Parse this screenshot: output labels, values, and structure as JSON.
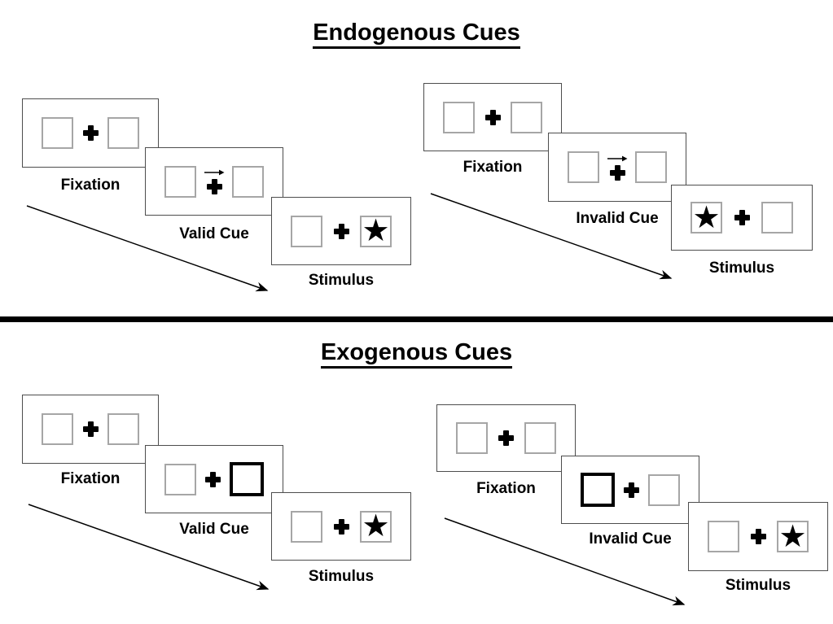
{
  "colors": {
    "ink": "#000000",
    "panel_border": "#4d4d4d",
    "box_border": "#a6a6a6",
    "background": "#ffffff"
  },
  "glyphs": {
    "star": "★"
  },
  "sections": [
    {
      "title": "Endogenous Cues",
      "cue_type": "central arrow",
      "sequences": [
        {
          "condition": "valid",
          "panels": [
            {
              "label": "Fixation",
              "type": "fixation"
            },
            {
              "label": "Valid Cue",
              "type": "arrow-cue",
              "arrow_direction": "right"
            },
            {
              "label": "Stimulus",
              "type": "stimulus",
              "star_side": "right"
            }
          ]
        },
        {
          "condition": "invalid",
          "panels": [
            {
              "label": "Fixation",
              "type": "fixation"
            },
            {
              "label": "Invalid Cue",
              "type": "arrow-cue",
              "arrow_direction": "right"
            },
            {
              "label": "Stimulus",
              "type": "stimulus",
              "star_side": "left"
            }
          ]
        }
      ]
    },
    {
      "title": "Exogenous Cues",
      "cue_type": "peripheral box highlight",
      "sequences": [
        {
          "condition": "valid",
          "panels": [
            {
              "label": "Fixation",
              "type": "fixation"
            },
            {
              "label": "Valid Cue",
              "type": "box-cue",
              "highlighted_box": "right"
            },
            {
              "label": "Stimulus",
              "type": "stimulus",
              "star_side": "right"
            }
          ]
        },
        {
          "condition": "invalid",
          "panels": [
            {
              "label": "Fixation",
              "type": "fixation"
            },
            {
              "label": "Invalid Cue",
              "type": "box-cue",
              "highlighted_box": "left"
            },
            {
              "label": "Stimulus",
              "type": "stimulus",
              "star_side": "right"
            }
          ]
        }
      ]
    }
  ]
}
